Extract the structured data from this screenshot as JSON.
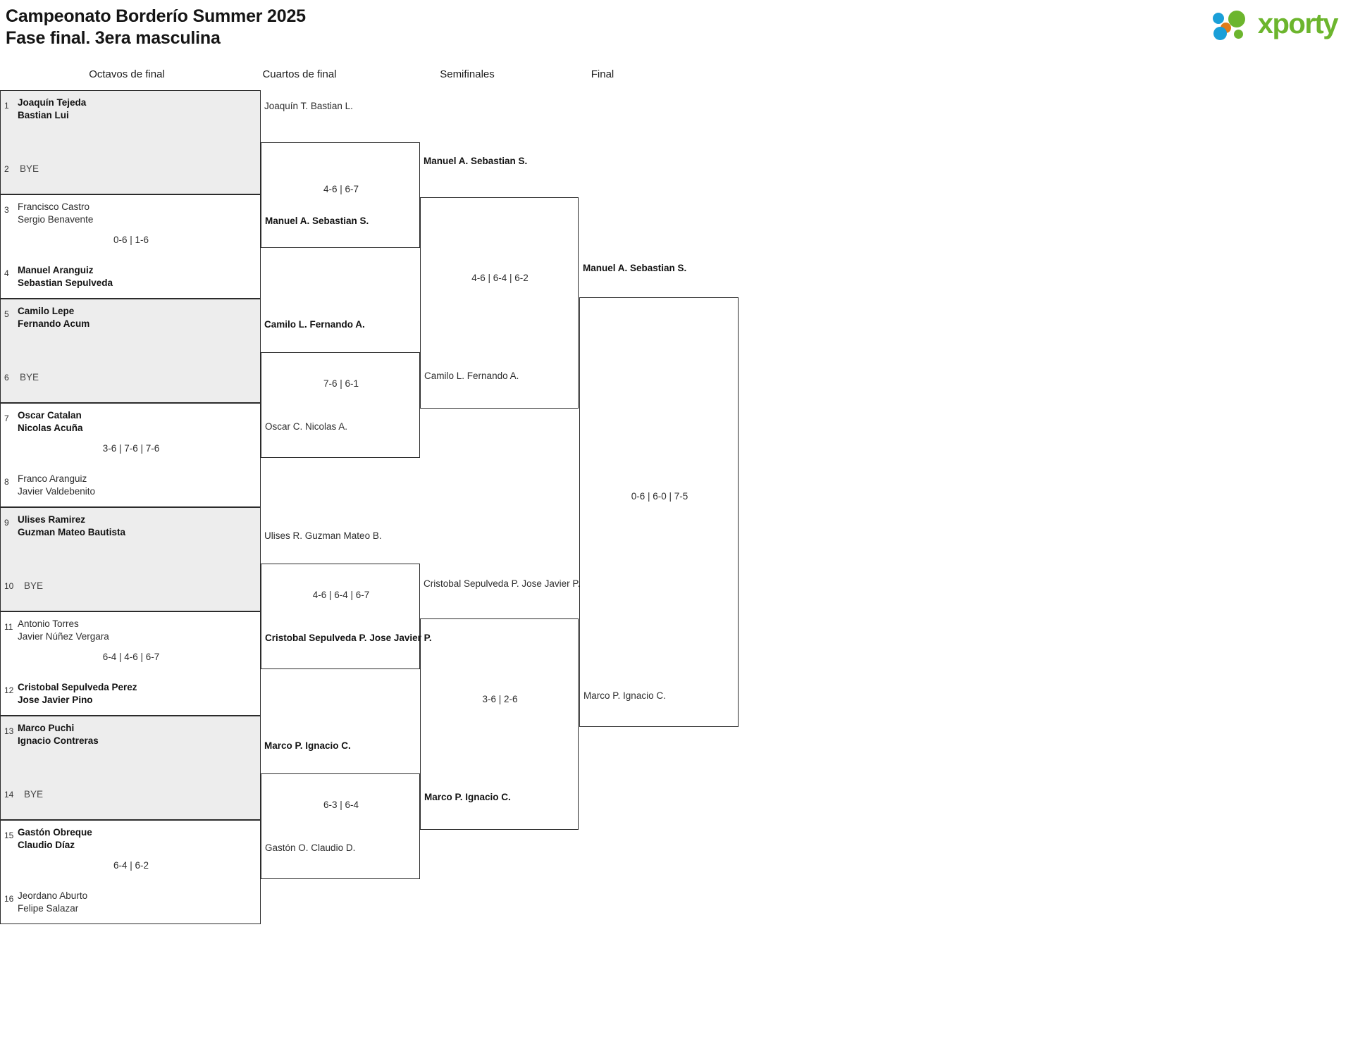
{
  "header": {
    "title_line1": "Campeonato Borderío Summer 2025",
    "title_line2": "Fase final. 3era masculina",
    "logo_text": "xporty",
    "logo_colors": {
      "blue": "#1a9fd8",
      "orange": "#e07b18",
      "green": "#6cb52d"
    }
  },
  "rounds": [
    {
      "id": "octavos",
      "label": "Octavos de final"
    },
    {
      "id": "cuartos",
      "label": "Cuartos de final"
    },
    {
      "id": "semis",
      "label": "Semifinales"
    },
    {
      "id": "final",
      "label": "Final"
    }
  ],
  "round1": {
    "matches": [
      {
        "shaded": true,
        "top": {
          "seed": "1",
          "line1": "Joaquín Tejeda",
          "line2": "Bastian Lui",
          "winner": true,
          "bye": false
        },
        "bottom": {
          "seed": "2",
          "line1": "BYE",
          "line2": "",
          "winner": false,
          "bye": true
        },
        "score": ""
      },
      {
        "shaded": false,
        "top": {
          "seed": "3",
          "line1": "Francisco Castro",
          "line2": "Sergio Benavente",
          "winner": false,
          "bye": false
        },
        "bottom": {
          "seed": "4",
          "line1": "Manuel Aranguiz",
          "line2": "Sebastian Sepulveda",
          "winner": true,
          "bye": false
        },
        "score": "0-6 | 1-6"
      },
      {
        "shaded": true,
        "top": {
          "seed": "5",
          "line1": "Camilo Lepe",
          "line2": "Fernando Acum",
          "winner": true,
          "bye": false
        },
        "bottom": {
          "seed": "6",
          "line1": "BYE",
          "line2": "",
          "winner": false,
          "bye": true
        },
        "score": ""
      },
      {
        "shaded": false,
        "top": {
          "seed": "7",
          "line1": "Oscar Catalan",
          "line2": "Nicolas Acuña",
          "winner": true,
          "bye": false
        },
        "bottom": {
          "seed": "8",
          "line1": "Franco Aranguiz",
          "line2": "Javier Valdebenito",
          "winner": false,
          "bye": false
        },
        "score": "3-6 | 7-6 | 7-6"
      },
      {
        "shaded": true,
        "top": {
          "seed": "9",
          "line1": "Ulises Ramirez",
          "line2": "Guzman Mateo Bautista",
          "winner": true,
          "bye": false
        },
        "bottom": {
          "seed": "10",
          "line1": "BYE",
          "line2": "",
          "winner": false,
          "bye": true
        },
        "score": ""
      },
      {
        "shaded": false,
        "top": {
          "seed": "11",
          "line1": "Antonio Torres",
          "line2": "Javier Núñez Vergara",
          "winner": false,
          "bye": false
        },
        "bottom": {
          "seed": "12",
          "line1": "Cristobal Sepulveda Perez",
          "line2": "Jose Javier Pino",
          "winner": true,
          "bye": false
        },
        "score": "6-4 | 4-6 | 6-7"
      },
      {
        "shaded": true,
        "top": {
          "seed": "13",
          "line1": "Marco Puchi",
          "line2": "Ignacio Contreras",
          "winner": true,
          "bye": false
        },
        "bottom": {
          "seed": "14",
          "line1": "BYE",
          "line2": "",
          "winner": false,
          "bye": true
        },
        "score": ""
      },
      {
        "shaded": false,
        "top": {
          "seed": "15",
          "line1": "Gastón Obreque",
          "line2": "Claudio Díaz",
          "winner": true,
          "bye": false
        },
        "bottom": {
          "seed": "16",
          "line1": "Jeordano Aburto",
          "line2": "Felipe Salazar",
          "winner": false,
          "bye": false
        },
        "score": "6-4 | 6-2"
      }
    ]
  },
  "round2": {
    "matches": [
      {
        "top": {
          "line1": "Joaquín T.",
          "line2": "Bastian L.",
          "winner": false
        },
        "bottom": {
          "line1": "Manuel A.",
          "line2": "Sebastian S.",
          "winner": true
        },
        "score": "4-6 | 6-7"
      },
      {
        "top": {
          "line1": "Camilo L.",
          "line2": "Fernando A.",
          "winner": true
        },
        "bottom": {
          "line1": "Oscar C.",
          "line2": "Nicolas A.",
          "winner": false
        },
        "score": "7-6 | 6-1"
      },
      {
        "top": {
          "line1": "Ulises R.",
          "line2": "Guzman Mateo B.",
          "winner": false
        },
        "bottom": {
          "line1": "Cristobal Sepulveda P.",
          "line2": "Jose Javier P.",
          "winner": true
        },
        "score": "4-6 | 6-4 | 6-7"
      },
      {
        "top": {
          "line1": "Marco P.",
          "line2": "Ignacio C.",
          "winner": true
        },
        "bottom": {
          "line1": "Gastón O.",
          "line2": "Claudio D.",
          "winner": false
        },
        "score": "6-3 | 6-4"
      }
    ]
  },
  "round3": {
    "matches": [
      {
        "top": {
          "line1": "Manuel A.",
          "line2": "Sebastian S.",
          "winner": true
        },
        "bottom": {
          "line1": "Camilo L.",
          "line2": "Fernando A.",
          "winner": false
        },
        "score": "4-6 | 6-4 | 6-2"
      },
      {
        "top": {
          "line1": "Cristobal Sepulveda P.",
          "line2": "Jose Javier P.",
          "winner": false
        },
        "bottom": {
          "line1": "Marco P.",
          "line2": "Ignacio C.",
          "winner": true
        },
        "score": "3-6 | 2-6"
      }
    ]
  },
  "round4": {
    "matches": [
      {
        "top": {
          "line1": "Manuel A.",
          "line2": "Sebastian S.",
          "winner": true
        },
        "bottom": {
          "line1": "Marco P.",
          "line2": "Ignacio C.",
          "winner": false
        },
        "score": "0-6 | 6-0 | 7-5"
      }
    ]
  }
}
